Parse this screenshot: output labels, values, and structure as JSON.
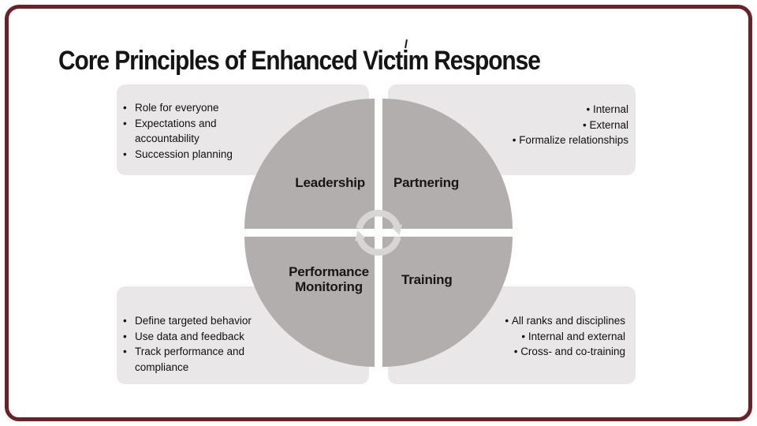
{
  "slide": {
    "title": "Core Principles of Enhanced Victim Response"
  },
  "quadrants": {
    "top_left": {
      "label": "Leadership",
      "bullets": [
        "Role for everyone",
        "Expectations and accountability",
        "Succession planning"
      ]
    },
    "top_right": {
      "label": "Partnering",
      "bullets": [
        "Internal",
        "External",
        "Formalize relationships"
      ]
    },
    "bottom_left": {
      "label": "Performance Monitoring",
      "bullets": [
        "Define targeted behavior",
        "Use data and feedback",
        "Track performance and compliance"
      ]
    },
    "bottom_right": {
      "label": "Training",
      "bullets": [
        "All ranks and disciplines",
        "Internal and external",
        "Cross- and co-training"
      ]
    }
  },
  "icons": {
    "center": "cycle-arrows-icon"
  },
  "bullet_glyph": "•",
  "colors": {
    "frame": "#6b2126",
    "title_text": "#151515",
    "panel_fill": "#e9e7e7",
    "circle_fill": "#b3aeae",
    "icon_fill": "#d8d5d5",
    "body_text": "#111111"
  }
}
